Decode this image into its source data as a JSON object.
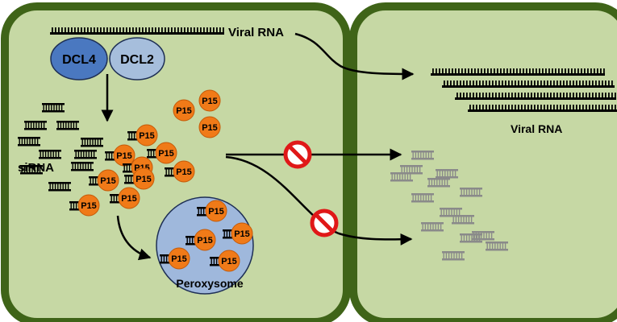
{
  "labels": {
    "viral_rna_top": "Viral RNA",
    "viral_rna_right": "Viral RNA",
    "sirna": "siRNA",
    "dcl4": "DCL4",
    "dcl2": "DCL2",
    "peroxysome": "Peroxysome",
    "p15": "P15"
  },
  "colors": {
    "cell_fill": "#c6d8a4",
    "cell_border": "#3f6418",
    "dcl4_fill": "#4a78c0",
    "dcl2_fill": "#a6bedc",
    "p15_fill": "#f07a18",
    "peroxysome_fill": "#9fb8dc",
    "inhibit_red": "#e01818",
    "faded_sirna": "#8a8a8a"
  },
  "icons": {
    "inhibit": "no-entry-icon",
    "sirna": "sirna-duplex-icon",
    "rna": "rna-strand-icon"
  }
}
